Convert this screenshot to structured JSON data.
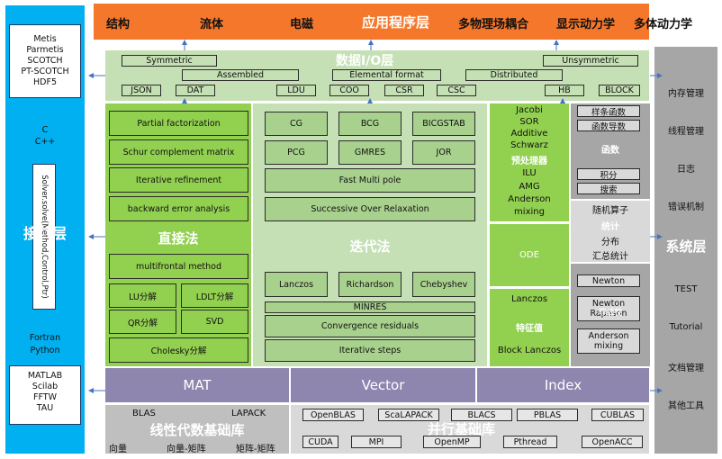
{
  "app_layer": [
    "结构",
    "流体",
    "电磁",
    "应用程序层",
    "多物理场耦合",
    "显示动力学",
    "多体动力学"
  ],
  "data_io": {
    "title": "数据I/O层",
    "row1": [
      "Symmetric",
      "Unsymmetric"
    ],
    "row2": [
      "Assembled",
      "Elemental format",
      "Distributed"
    ],
    "row3": [
      "JSON",
      "DAT",
      "LDU",
      "COO",
      "CSR",
      "CSC",
      "HB",
      "BLOCK"
    ]
  },
  "interface": {
    "title": "接口层",
    "libs": [
      "Metis",
      "Parmetis",
      "SCOTCH",
      "PT-SCOTCH",
      "HDF5"
    ],
    "c_langs": [
      "C",
      "C++"
    ],
    "solve": "Solver.solve(Method,Control,Ptr)",
    "f_langs": [
      "Fortran",
      "Python"
    ],
    "tools": [
      "MATLAB",
      "Scilab",
      "FFTW",
      "TAU"
    ]
  },
  "direct": {
    "title": "直接法",
    "items": [
      "Partial factorization",
      "Schur complement matrix",
      "Iterative refinement",
      "backward error analysis"
    ],
    "multifrontal": "multifrontal method",
    "grid": [
      "LU分解",
      "LDLT分解",
      "QR分解",
      "SVD"
    ],
    "cholesky": "Cholesky分解"
  },
  "iterative": {
    "title": "迭代法",
    "grid": [
      "CG",
      "BCG",
      "BICGSTAB",
      "PCG",
      "GMRES",
      "JOR"
    ],
    "fmp": "Fast Multi pole",
    "sor": "Successive Over Relaxation",
    "row": [
      "Lanczos",
      "Richardson",
      "Chebyshev"
    ],
    "minres": "MINRES",
    "conv": "Convergence residuals",
    "steps": "Iterative steps"
  },
  "precond": {
    "items1": [
      "Jacobi",
      "SOR",
      "Additive",
      "Schwarz"
    ],
    "title": "预处理器",
    "items2": [
      "ILU",
      "AMG",
      "Anderson",
      "mixing"
    ],
    "ode": "ODE",
    "eig_top": "Lanczos",
    "eig_title": "特征值",
    "eig_bottom": "Block Lanczos"
  },
  "func": {
    "sample": "样条函数",
    "deriv": "函数导数",
    "title": "函数",
    "integral": "积分",
    "search": "搜索",
    "random": "随机算子",
    "stats": "统计",
    "dist": "分布",
    "summary": "汇总统计",
    "newton": "Newton",
    "nr1": "Newton",
    "nr2": "Raphson",
    "nonlinear": "非线性",
    "anderson1": "Anderson",
    "anderson2": "mixing"
  },
  "mvi": [
    "MAT",
    "Vector",
    "Index"
  ],
  "linear": {
    "title": "线性代数基础库",
    "top": [
      "BLAS",
      "LAPACK"
    ],
    "bottom": [
      "向量",
      "向量-矩阵",
      "矩阵-矩阵"
    ]
  },
  "parallel": {
    "title": "并行基础库",
    "row1": [
      "OpenBLAS",
      "ScaLAPACK",
      "BLACS",
      "PBLAS",
      "CUBLAS"
    ],
    "row2": [
      "CUDA",
      "MPI",
      "OpenMP",
      "Pthread",
      "OpenACC"
    ]
  },
  "system": {
    "title": "系统层",
    "items": [
      "内存管理",
      "线程管理",
      "日志",
      "错误机制",
      "TEST",
      "Tutorial",
      "文档管理",
      "其他工具"
    ]
  },
  "colors": {
    "app": "#f4772b",
    "interface": "#00b0f0",
    "system": "#a6a6a6",
    "data_io": "#c5e0b4",
    "direct": "#92d050",
    "mvi": "#8e86ae",
    "arrow": "#4472c4"
  }
}
